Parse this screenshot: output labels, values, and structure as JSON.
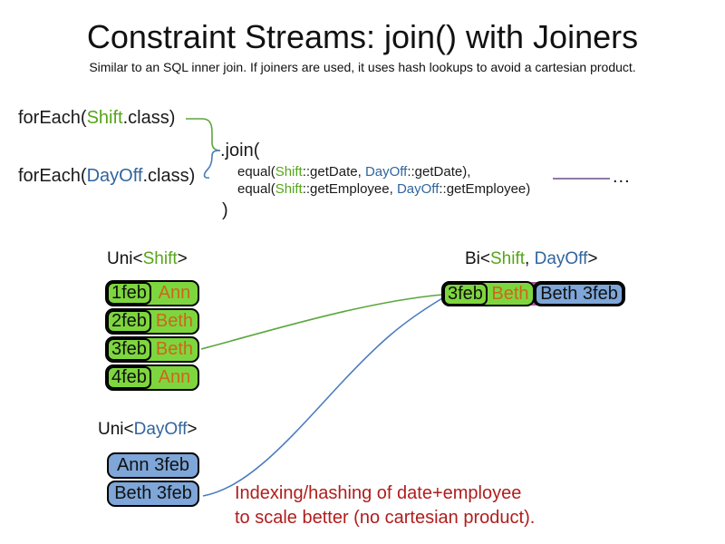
{
  "title": "Constraint Streams: join() with Joiners",
  "subtitle": "Similar to an SQL inner join. If joiners are used, it uses hash lookups to avoid a cartesian product.",
  "code": {
    "foreach_shift": {
      "pre": "forEach(",
      "cls": "Shift",
      "post": ".class)"
    },
    "foreach_dayoff": {
      "pre": "forEach(",
      "cls": "DayOff",
      "post": ".class)"
    },
    "join_open": ".join(",
    "equal_date": {
      "pre": "equal(",
      "shift": "Shift",
      "mid": "::getDate, ",
      "dayoff": "DayOff",
      "post": "::getDate),"
    },
    "equal_employee": {
      "pre": "equal(",
      "shift": "Shift",
      "mid": "::getEmployee, ",
      "dayoff": "DayOff",
      "post": "::getEmployee)"
    },
    "join_close": ")",
    "ellipsis": "..."
  },
  "uni_shift": {
    "label": {
      "pre": "Uni<",
      "type": "Shift",
      "post": ">"
    },
    "rows": [
      {
        "date": "1feb",
        "employee": "Ann"
      },
      {
        "date": "2feb",
        "employee": "Beth"
      },
      {
        "date": "3feb",
        "employee": "Beth"
      },
      {
        "date": "4feb",
        "employee": "Ann"
      }
    ]
  },
  "uni_dayoff": {
    "label": {
      "pre": "Uni<",
      "type": "DayOff",
      "post": ">"
    },
    "rows": [
      {
        "text": "Ann 3feb"
      },
      {
        "text": "Beth 3feb"
      }
    ]
  },
  "bi": {
    "label": {
      "pre": "Bi<",
      "type1": "Shift",
      "sep": ", ",
      "type2": "DayOff",
      "post": ">"
    },
    "row": {
      "shift_date": "3feb",
      "shift_employee": "Beth",
      "dayoff": "Beth 3feb"
    }
  },
  "caption": {
    "line1": "Indexing/hashing of date+employee",
    "line2": "to scale better (no cartesian product)."
  },
  "colors": {
    "shift_green_text": "#55a519",
    "dayoff_blue_text": "#31659c",
    "employee_orange_text": "#cd671c",
    "shift_fill_green": "#7ed63e",
    "dayoff_fill_blue": "#7ea6d8",
    "caption_red": "#b01d1d",
    "joiner_line_purple": "#6b4e87",
    "connector_green": "#5ba63c",
    "connector_blue": "#4a7cc0"
  }
}
